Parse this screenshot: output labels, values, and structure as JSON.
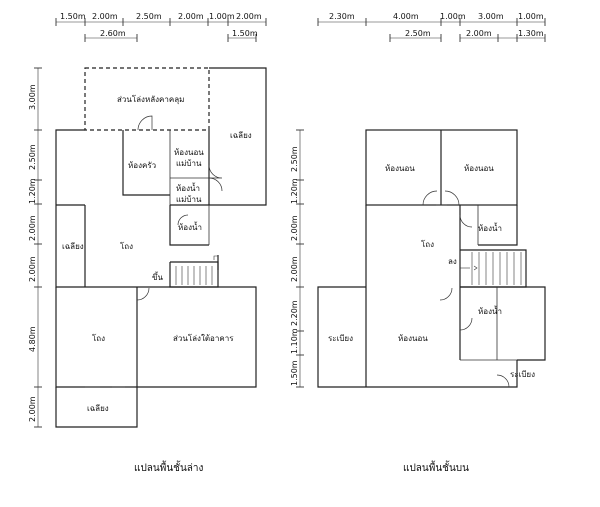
{
  "ground_floor": {
    "caption": "แปลนพื้นชั้นล่าง",
    "top_dims_row1": [
      "1.50m",
      "2.00m",
      "2.50m",
      "2.00m",
      "1.00m",
      "2.00m"
    ],
    "top_dims_row2": [
      "2.60m",
      "1.50m"
    ],
    "left_dims": [
      "3.00m",
      "2.50m",
      "1.20m",
      "2.00m",
      "2.00m",
      "4.80m",
      "2.00m"
    ],
    "rooms": {
      "roof_patio": "ส่วนโล่งหลังคาคลุม",
      "kitchen": "ห้องครัว",
      "maid_room_1": "ห้องนอน",
      "maid_room_2": "แม่บ้าน",
      "maid_bath_1": "ห้องน้ำ",
      "maid_bath_2": "แม่บ้าน",
      "terrace_right": "เฉลียง",
      "bath": "ห้องน้ำ",
      "terrace_left": "เฉลียง",
      "hall": "โถง",
      "up": "ขึ้น",
      "hall_lower": "โถง",
      "open_under": "ส่วนโล่งใต้อาคาร",
      "terrace_bottom": "เฉลียง"
    }
  },
  "upper_floor": {
    "caption": "แปลนพื้นชั้นบน",
    "top_dims_row1": [
      "2.30m",
      "4.00m",
      "1.00m",
      "3.00m",
      "1.00m"
    ],
    "top_dims_row2": [
      "2.50m",
      "2.00m",
      "1.30m"
    ],
    "left_dims": [
      "2.50m",
      "1.20m",
      "2.00m",
      "2.00m",
      "2.20m",
      "1.10m",
      "1.50m"
    ],
    "rooms": {
      "bedroom_1": "ห้องนอน",
      "bedroom_2": "ห้องนอน",
      "hall": "โถง",
      "bath_1": "ห้องน้ำ",
      "down": "ลง",
      "balcony_left": "ระเบียง",
      "bedroom_3": "ห้องนอน",
      "bath_2": "ห้องน้ำ",
      "balcony_right": "ระเบียง"
    }
  }
}
